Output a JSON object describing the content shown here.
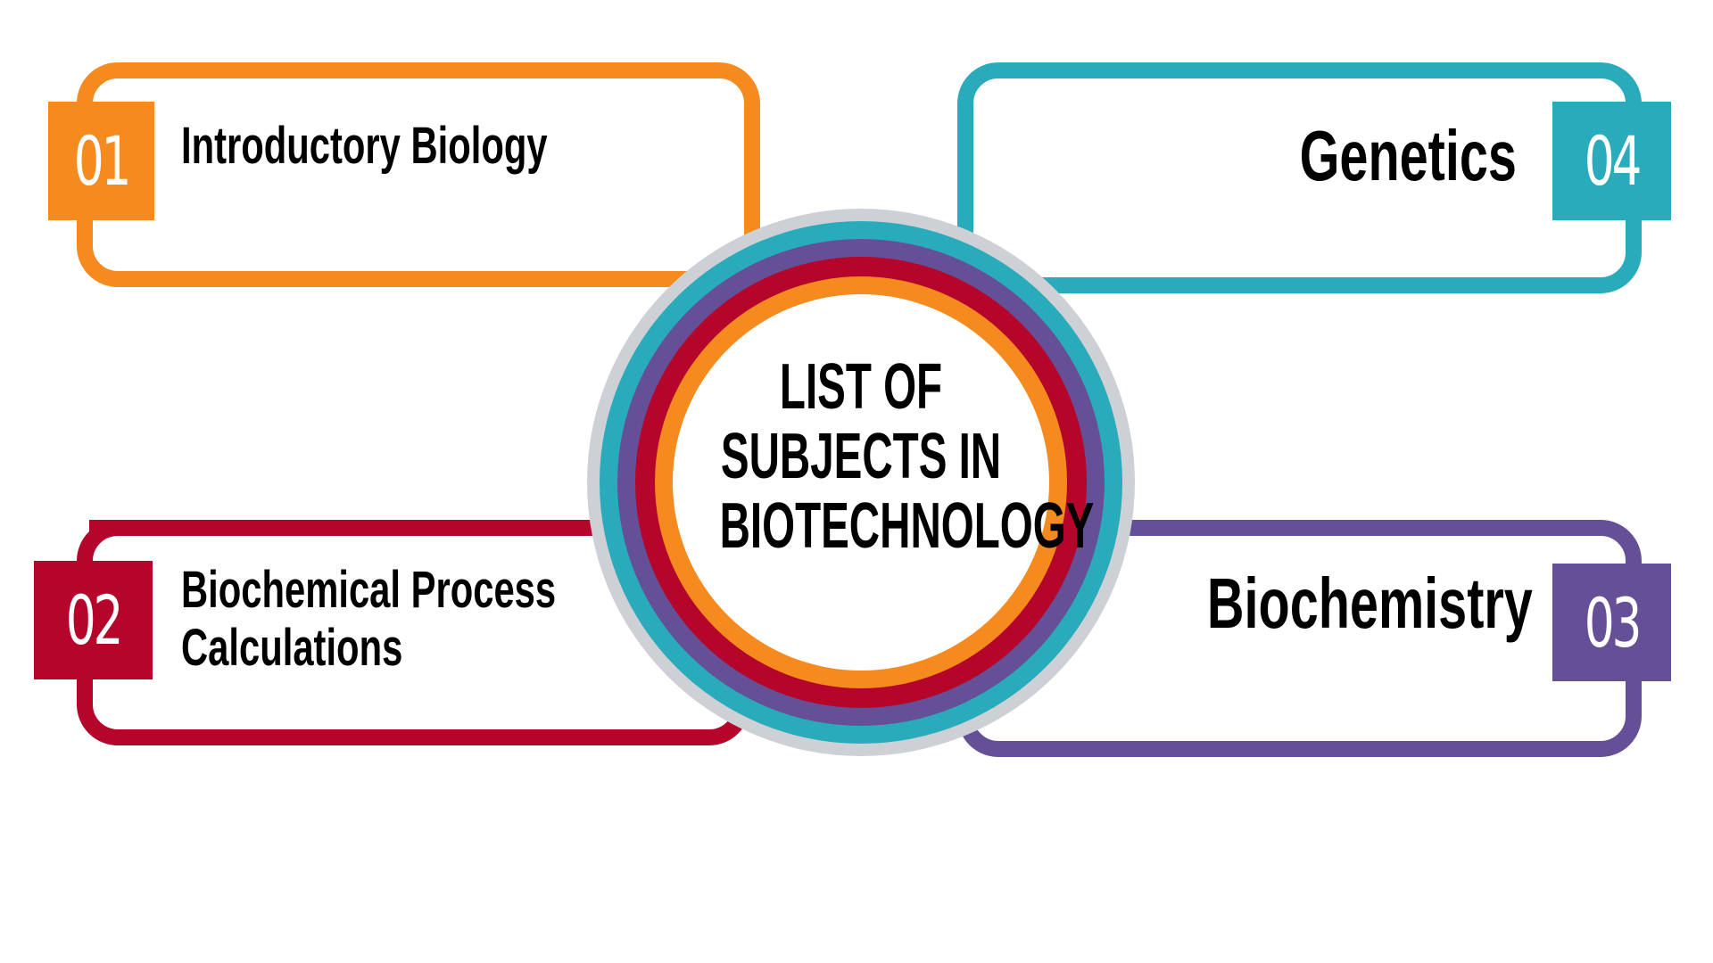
{
  "title": {
    "lines": [
      "LIST OF",
      "SUBJECTS IN",
      "BIOTECHNOLOGY"
    ]
  },
  "items": [
    {
      "number": "01",
      "label_lines": [
        "Introductory Biology"
      ],
      "color": "#F58A1F"
    },
    {
      "number": "02",
      "label_lines": [
        "Biochemical Process",
        "Calculations"
      ],
      "color": "#B5052A"
    },
    {
      "number": "03",
      "label_lines": [
        "Biochemistry"
      ],
      "color": "#654F96"
    },
    {
      "number": "04",
      "label_lines": [
        "Genetics"
      ],
      "color": "#2AABBC"
    }
  ],
  "rings": {
    "outer": "#CDD1D5",
    "teal": "#2AABBC",
    "purple": "#654F96",
    "red": "#B5052A",
    "orange": "#F58A1F"
  }
}
